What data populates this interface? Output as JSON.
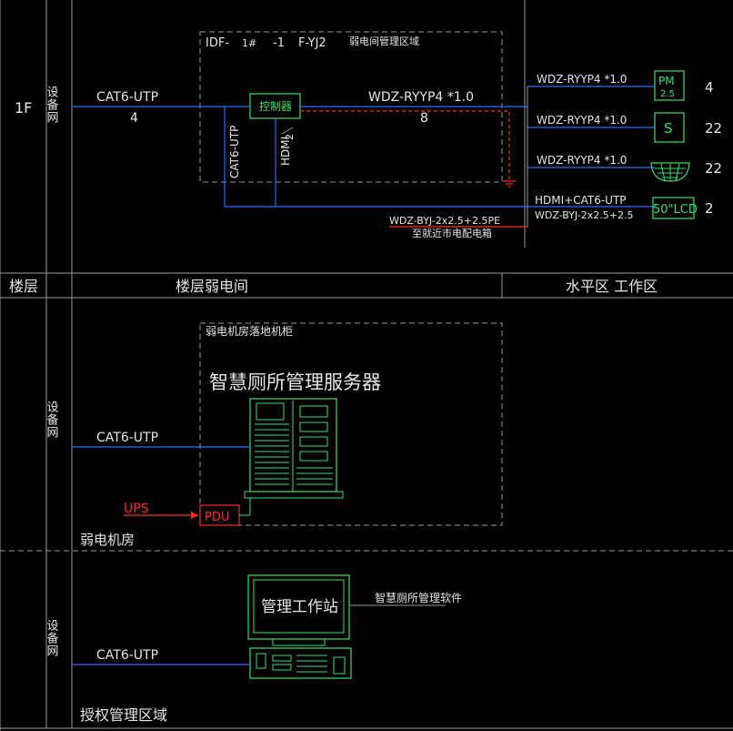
{
  "floor": "1F",
  "equipment_net_label": "设备网",
  "zones": {
    "floor": "楼层",
    "floor_wiring_room": "楼层弱电间",
    "horizontal_work_area": "水平区  工作区"
  },
  "idf_box": {
    "idf": "IDF-",
    "idf_num": "1#",
    "dash_one": "-1",
    "code": "F-YJ2",
    "area": "弱电间管理区域"
  },
  "controller_label": "控制器",
  "links": {
    "net_cable": "CAT6-UTP",
    "net_count": "4",
    "trunk_cable": "WDZ-RYYP4 *1.0",
    "trunk_count": "8",
    "vertical_cat6": "CAT6-UTP",
    "vertical_hdmi": "HDMI",
    "hdmi_marker": "2"
  },
  "devices": [
    {
      "cable": "WDZ-RYYP4 *1.0",
      "count": "4"
    },
    {
      "cable": "WDZ-RYYP4 *1.0",
      "count": "22"
    },
    {
      "cable": "WDZ-RYYP4 *1.0",
      "count": "22"
    },
    {
      "cable": "HDMI+CAT6-UTP",
      "count": "2"
    }
  ],
  "pm_sensor": {
    "top": "PM",
    "bottom": "2.5",
    "icon": "pm25-sensor-icon"
  },
  "s_sensor": {
    "label": "S",
    "icon": "occupancy-sensor-icon"
  },
  "dome_icon": "dome-sensor-icon",
  "lcd": {
    "label": "50\"LCD",
    "icon": "lcd-screen-icon"
  },
  "lcd_power": "WDZ-BYJ-2x2.5+2.5",
  "power_feed": {
    "cable": "WDZ-BYJ-2x2.5+2.5PE",
    "note": "至就近市电配电箱"
  },
  "server_room": {
    "cabinet_label": "弱电机房落地机柜",
    "server_title": "智慧厕所管理服务器",
    "net_cable": "CAT6-UTP",
    "ups": "UPS",
    "pdu": "PDU",
    "room_name": "弱电机房",
    "server_icon": "server-rack-icon"
  },
  "workstation": {
    "title": "管理工作站",
    "software": "智慧厕所管理软件",
    "net_cable": "CAT6-UTP",
    "area": "授权管理区域",
    "monitor_icon": "monitor-icon",
    "desktop_icon": "desktop-computer-icon"
  },
  "colors": {
    "background": "#000000",
    "network_line": "#2d6bff",
    "device": "#36e06a",
    "power": "#ff2a2a",
    "text": "#e6e6e6",
    "frame": "#9a9a9a"
  }
}
